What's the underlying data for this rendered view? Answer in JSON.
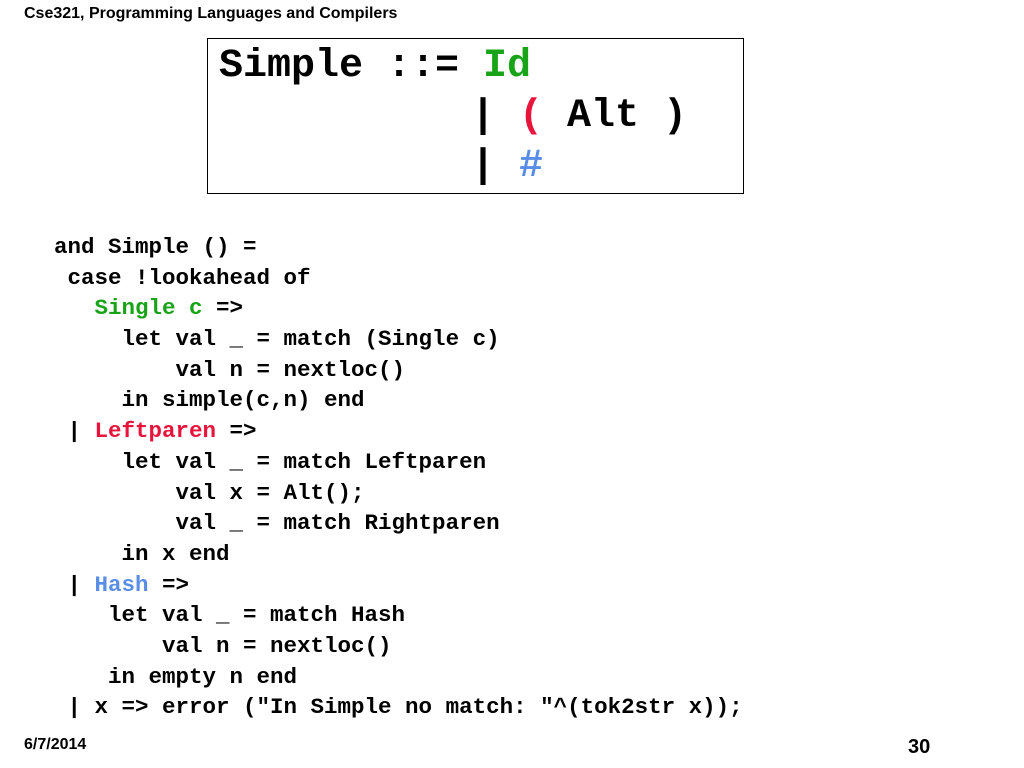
{
  "header": {
    "course": "Cse321, Programming Languages and Compilers"
  },
  "grammar": {
    "line1": {
      "lhs": "Simple ::= ",
      "id": "Id"
    },
    "line2": {
      "bar": "| ",
      "lparen": "(",
      "rest": " Alt )"
    },
    "line3": {
      "bar": "| ",
      "hash": "#"
    }
  },
  "code": {
    "l1": "and Simple () =",
    "l2": " case !lookahead of",
    "l3": {
      "indent": "   ",
      "kw": "Single c",
      "rest": " =>"
    },
    "l4": "     let val _ = match (Single c)",
    "l5": "         val n = nextloc()",
    "l6": "     in simple(c,n) end",
    "l7": {
      "indent": " | ",
      "kw": "Leftparen",
      "rest": " =>"
    },
    "l8": "     let val _ = match Leftparen",
    "l9": "         val x = Alt();",
    "l10": "         val _ = match Rightparen",
    "l11": "     in x end",
    "l12": {
      "indent": " | ",
      "kw": "Hash",
      "rest": " =>"
    },
    "l13": "    let val _ = match Hash",
    "l14": "        val n = nextloc()",
    "l15": "    in empty n end",
    "l16": " | x => error (\"In Simple no match: \"^(tok2str x));"
  },
  "footer": {
    "date": "6/7/2014",
    "page": "30"
  },
  "colors": {
    "green": "#19a319",
    "red": "#e8143c",
    "blue": "#5a8ee6"
  }
}
